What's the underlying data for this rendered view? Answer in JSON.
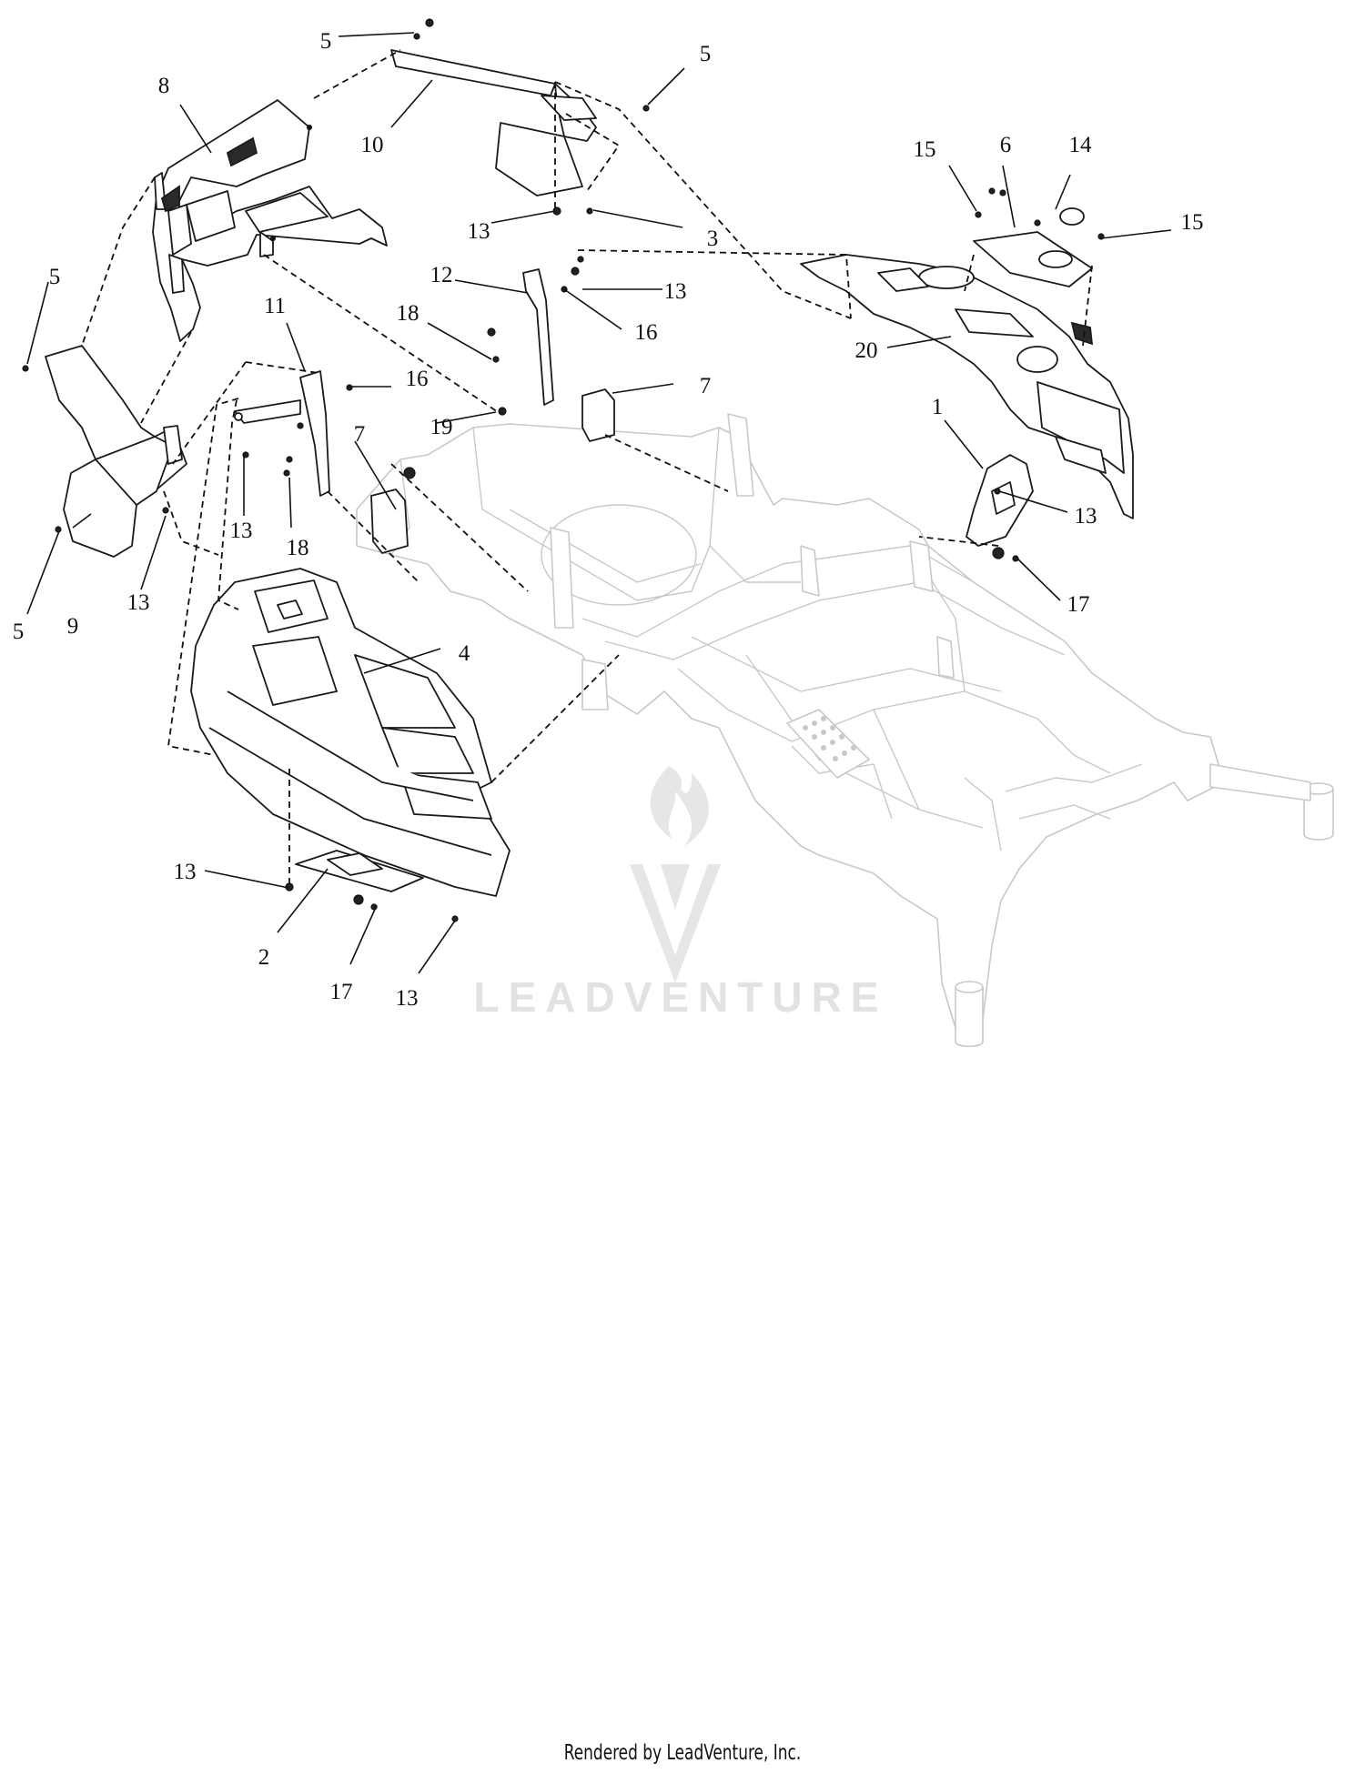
{
  "callouts": [
    {
      "id": "c5a",
      "text": "5"
    },
    {
      "id": "c5b",
      "text": "5"
    },
    {
      "id": "c5c",
      "text": "5"
    },
    {
      "id": "c5d",
      "text": "5"
    },
    {
      "id": "c8",
      "text": "8"
    },
    {
      "id": "c10",
      "text": "10"
    },
    {
      "id": "c13a",
      "text": "13"
    },
    {
      "id": "c13b",
      "text": "13"
    },
    {
      "id": "c13c",
      "text": "13"
    },
    {
      "id": "c13d",
      "text": "13"
    },
    {
      "id": "c13e",
      "text": "13"
    },
    {
      "id": "c13f",
      "text": "13"
    },
    {
      "id": "c13g",
      "text": "13"
    },
    {
      "id": "c3",
      "text": "3"
    },
    {
      "id": "c12",
      "text": "12"
    },
    {
      "id": "c16a",
      "text": "16"
    },
    {
      "id": "c16b",
      "text": "16"
    },
    {
      "id": "c11",
      "text": "11"
    },
    {
      "id": "c18a",
      "text": "18"
    },
    {
      "id": "c18b",
      "text": "18"
    },
    {
      "id": "c19",
      "text": "19"
    },
    {
      "id": "c7a",
      "text": "7"
    },
    {
      "id": "c7b",
      "text": "7"
    },
    {
      "id": "c9",
      "text": "9"
    },
    {
      "id": "c4",
      "text": "4"
    },
    {
      "id": "c2",
      "text": "2"
    },
    {
      "id": "c17a",
      "text": "17"
    },
    {
      "id": "c17b",
      "text": "17"
    },
    {
      "id": "c15a",
      "text": "15"
    },
    {
      "id": "c15b",
      "text": "15"
    },
    {
      "id": "c6",
      "text": "6"
    },
    {
      "id": "c14",
      "text": "14"
    },
    {
      "id": "c20",
      "text": "20"
    },
    {
      "id": "c1",
      "text": "1"
    }
  ],
  "watermark": {
    "text": "LEADVENTURE"
  },
  "footer": {
    "text": "Rendered by LeadVenture, Inc."
  },
  "colors": {
    "ink": "#111111",
    "frame": "#c8c8c8",
    "watermark": "#e2e2e2"
  }
}
